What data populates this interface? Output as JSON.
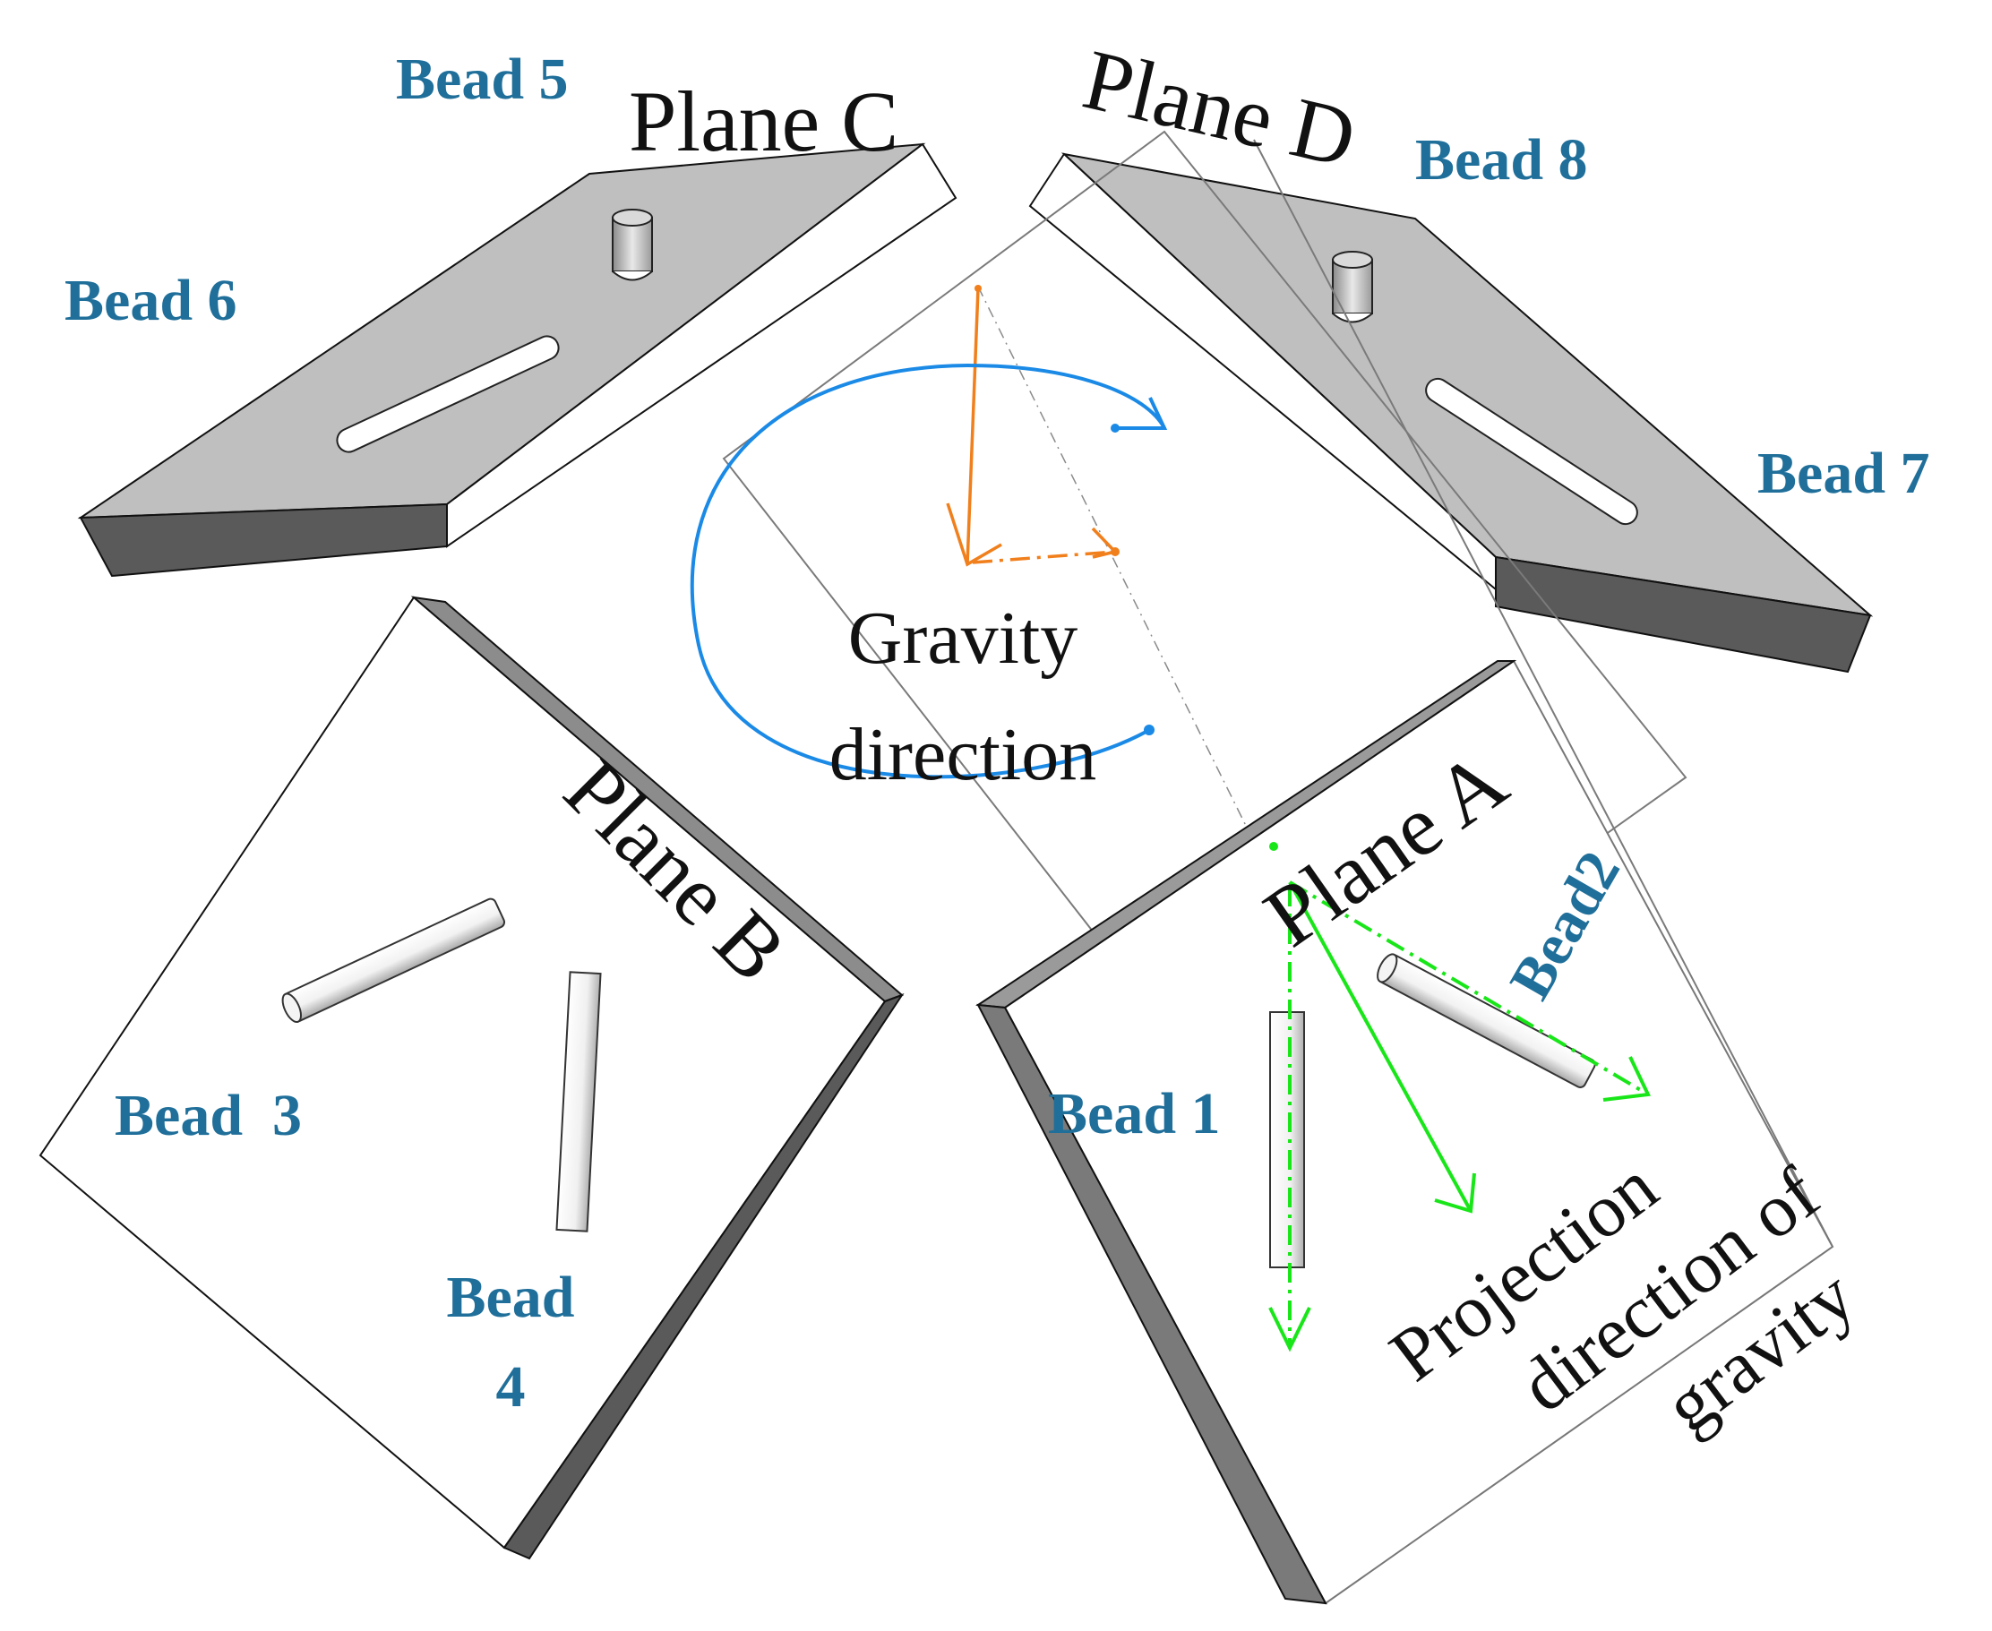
{
  "colors": {
    "bead_label": "#1f6f9a",
    "plate_top_gray": "#bfbfbf",
    "plate_edge_dark": "#5a5a5a",
    "plate_edge_mid": "#8c8c8c",
    "gravity_arrow": "#f07f1c",
    "rotation_arrow": "#1a8ae6",
    "projection_arrow": "#19e619",
    "outline": "#111111"
  },
  "planes": {
    "a": "Plane A",
    "b": "Plane B",
    "c": "Plane C",
    "d": "Plane D"
  },
  "beads": {
    "b1": "Bead 1",
    "b2": "Bead2",
    "b3": "Bead  3",
    "b4_line1": "Bead",
    "b4_line2": "4",
    "b5": "Bead 5",
    "b6": "Bead 6",
    "b7": "Bead 7",
    "b8": "Bead 8"
  },
  "annotations": {
    "gravity_line1": "Gravity",
    "gravity_line2": "direction",
    "projection_line1": "Projection",
    "projection_line2": "direction of",
    "projection_line3": "gravity"
  }
}
